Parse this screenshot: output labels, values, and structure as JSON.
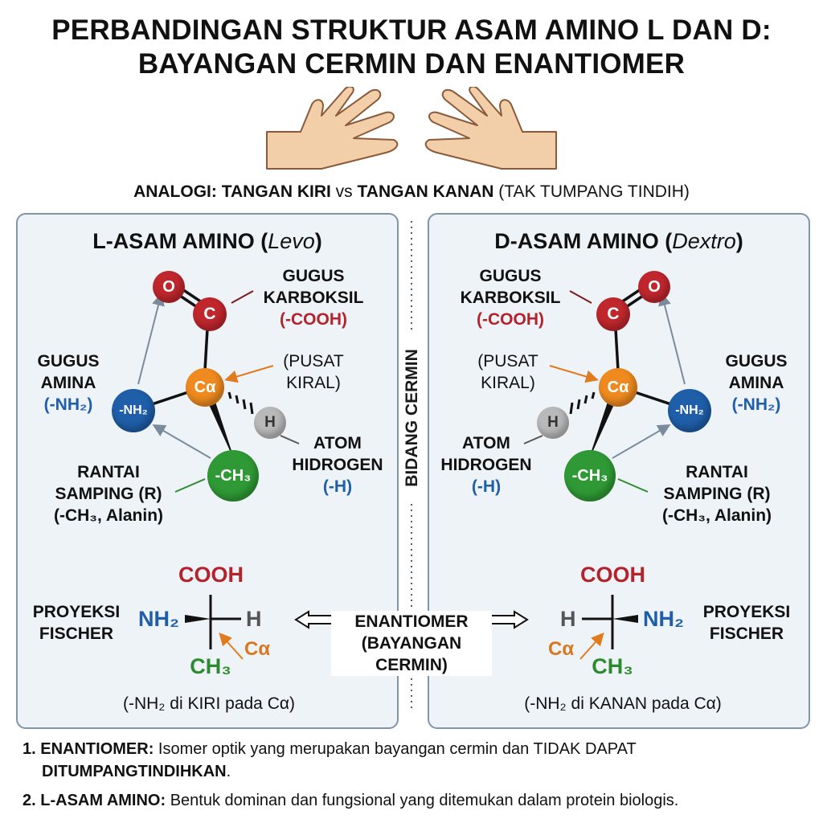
{
  "title": {
    "line1": "PERBANDINGAN STRUKTUR ASAM AMINO L DAN D:",
    "line2": "BAYANGAN CERMIN DAN ENANTIOMER"
  },
  "analogy": {
    "bold": "ANALOGI: TANGAN KIRI",
    "vs": "vs",
    "bold2": "TANGAN KANAN",
    "rest": "(TAK TUMPANG TINDIH)"
  },
  "mirror_label": "BIDANG CERMIN",
  "left": {
    "title": "L-ASAM AMINO (",
    "title_italic": "Levo",
    "title_end": ")",
    "carboxyl_label": [
      "GUGUS",
      "KARBOKSIL"
    ],
    "carboxyl_formula": "(-COOH)",
    "chiral_label": [
      "(PUSAT",
      "KIRAL)"
    ],
    "amine_label": [
      "GUGUS",
      "AMINA"
    ],
    "amine_formula": "(-NH₂)",
    "hydrogen_label": [
      "ATOM",
      "HIDROGEN"
    ],
    "hydrogen_formula": "(-H)",
    "side_chain_label": [
      "RANTAI",
      "SAMPING (R)"
    ],
    "side_chain_formula": "(-CH₃, Alanin)",
    "fischer_label": [
      "PROYEKSI",
      "FISCHER"
    ],
    "fischer_note": "(-NH₂ di KIRI pada Cα)"
  },
  "right": {
    "title": "D-ASAM AMINO (",
    "title_italic": "Dextro",
    "title_end": ")",
    "carboxyl_label": [
      "GUGUS",
      "KARBOKSIL"
    ],
    "carboxyl_formula": "(-COOH)",
    "chiral_label": [
      "(PUSAT",
      "KIRAL)"
    ],
    "amine_label": [
      "GUGUS",
      "AMINA"
    ],
    "amine_formula": "(-NH₂)",
    "hydrogen_label": [
      "ATOM",
      "HIDROGEN"
    ],
    "hydrogen_formula": "(-H)",
    "side_chain_label": [
      "RANTAI",
      "SAMPING (R)"
    ],
    "side_chain_formula": "(-CH₃, Alanin)",
    "fischer_label": [
      "PROYEKSI",
      "FISCHER"
    ],
    "fischer_note": "(-NH₂ di KANAN pada Cα)"
  },
  "atoms": {
    "oxygen": "O",
    "carbon": "C",
    "alpha_carbon": "Cα",
    "amine": "-NH₂",
    "hydrogen": "H",
    "methyl": "-CH₃"
  },
  "fischer": {
    "top": "COOH",
    "bottom": "CH₃",
    "amine": "NH₂",
    "hydrogen": "H",
    "alpha": "Cα"
  },
  "enantiomer": {
    "label": "ENANTIOMER",
    "sub": "(BAYANGAN CERMIN)"
  },
  "footnotes": [
    {
      "num": "1.",
      "bold": "ENANTIOMER:",
      "text": "Isomer optik yang merupakan bayangan cermin dan TIDAK DAPAT",
      "bold2": "DITUMPANGTINDIHKAN",
      "end": "."
    },
    {
      "num": "2.",
      "bold": "L-ASAM AMINO:",
      "text": "Bentuk dominan dan fungsional yang ditemukan dalam protein biologis."
    }
  ],
  "colors": {
    "oxygen": "#c0272d",
    "amine": "#1f5ea8",
    "alpha_carbon": "#ee8a1f",
    "hydrogen": "#b9b9b9",
    "methyl": "#2f9a35",
    "panel_bg": "#eef3f7",
    "panel_border": "#7f95a8"
  }
}
